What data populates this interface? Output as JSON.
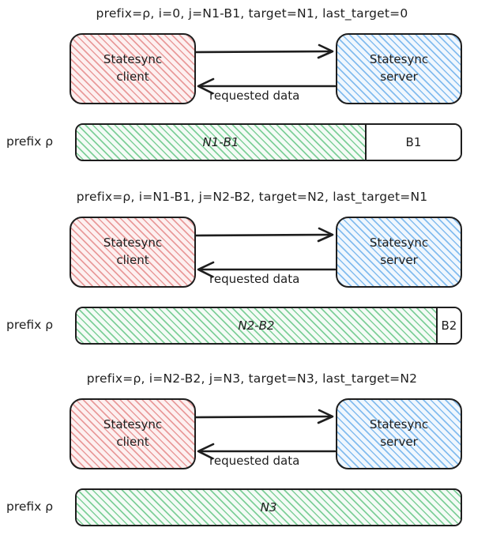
{
  "style": {
    "ink": "#1e1e1e",
    "client_fill": "#fdf0f0",
    "client_hatch": "#e89696",
    "server_fill": "#f0f7fe",
    "server_hatch": "#7db9ee",
    "bar_hatch": "#78cd94",
    "bar_fill": "#f4fbf6",
    "background": "#ffffff"
  },
  "sections": [
    {
      "caption": "prefix=ρ, i=0, j=N1-B1, target=N1, last_target=0",
      "client_label_line1": "Statesync",
      "client_label_line2": "client",
      "server_label_line1": "Statesync",
      "server_label_line2": "server",
      "arrow_label": "requested data",
      "bar_label": "prefix ρ",
      "segments": [
        {
          "text": "N1-B1",
          "fill": "green",
          "width_pct": 75.5
        },
        {
          "text": "B1",
          "fill": "white",
          "width_pct": 24.5
        }
      ]
    },
    {
      "caption": "prefix=ρ, i=N1-B1, j=N2-B2, target=N2, last_target=N1",
      "client_label_line1": "Statesync",
      "client_label_line2": "client",
      "server_label_line1": "Statesync",
      "server_label_line2": "server",
      "arrow_label": "requested data",
      "bar_label": "prefix ρ",
      "segments": [
        {
          "text": "N2-B2",
          "fill": "green",
          "width_pct": 94
        },
        {
          "text": "B2",
          "fill": "white",
          "width_pct": 6
        }
      ]
    },
    {
      "caption": "prefix=ρ, i=N2-B2, j=N3, target=N3, last_target=N2",
      "client_label_line1": "Statesync",
      "client_label_line2": "client",
      "server_label_line1": "Statesync",
      "server_label_line2": "server",
      "arrow_label": "requested data",
      "bar_label": "prefix ρ",
      "segments": [
        {
          "text": "N3",
          "fill": "green",
          "width_pct": 100
        }
      ]
    }
  ]
}
